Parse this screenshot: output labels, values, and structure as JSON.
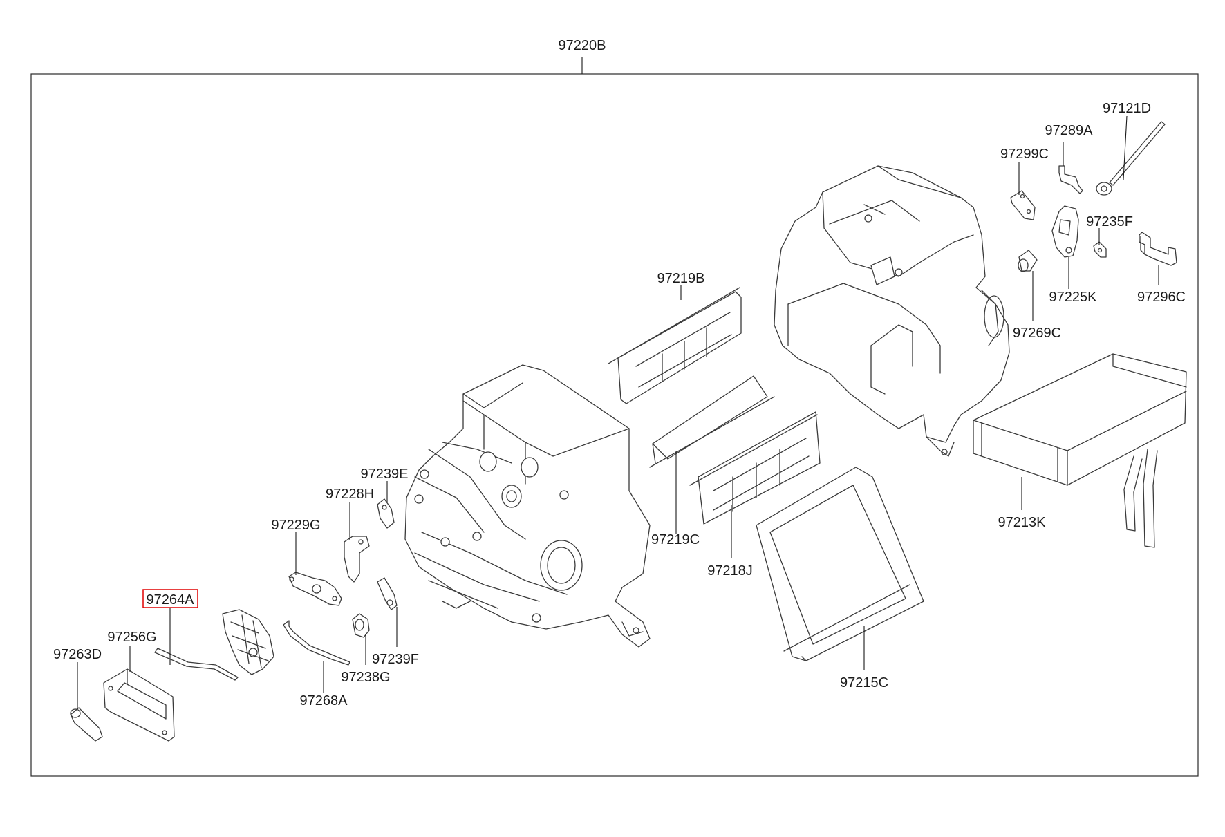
{
  "assembly_label": "97220B",
  "highlight_color": "#e00000",
  "highlighted_part": "97264A",
  "parts": {
    "p97121D": "97121D",
    "p97289A": "97289A",
    "p97299C": "97299C",
    "p97235F": "97235F",
    "p97225K": "97225K",
    "p97296C": "97296C",
    "p97269C": "97269C",
    "p97219B": "97219B",
    "p97213K": "97213K",
    "p97219C": "97219C",
    "p97218J": "97218J",
    "p97215C": "97215C",
    "p97239E": "97239E",
    "p97228H": "97228H",
    "p97229G": "97229G",
    "p97264A": "97264A",
    "p97256G": "97256G",
    "p97263D": "97263D",
    "p97239F": "97239F",
    "p97238G": "97238G",
    "p97268A": "97268A"
  }
}
